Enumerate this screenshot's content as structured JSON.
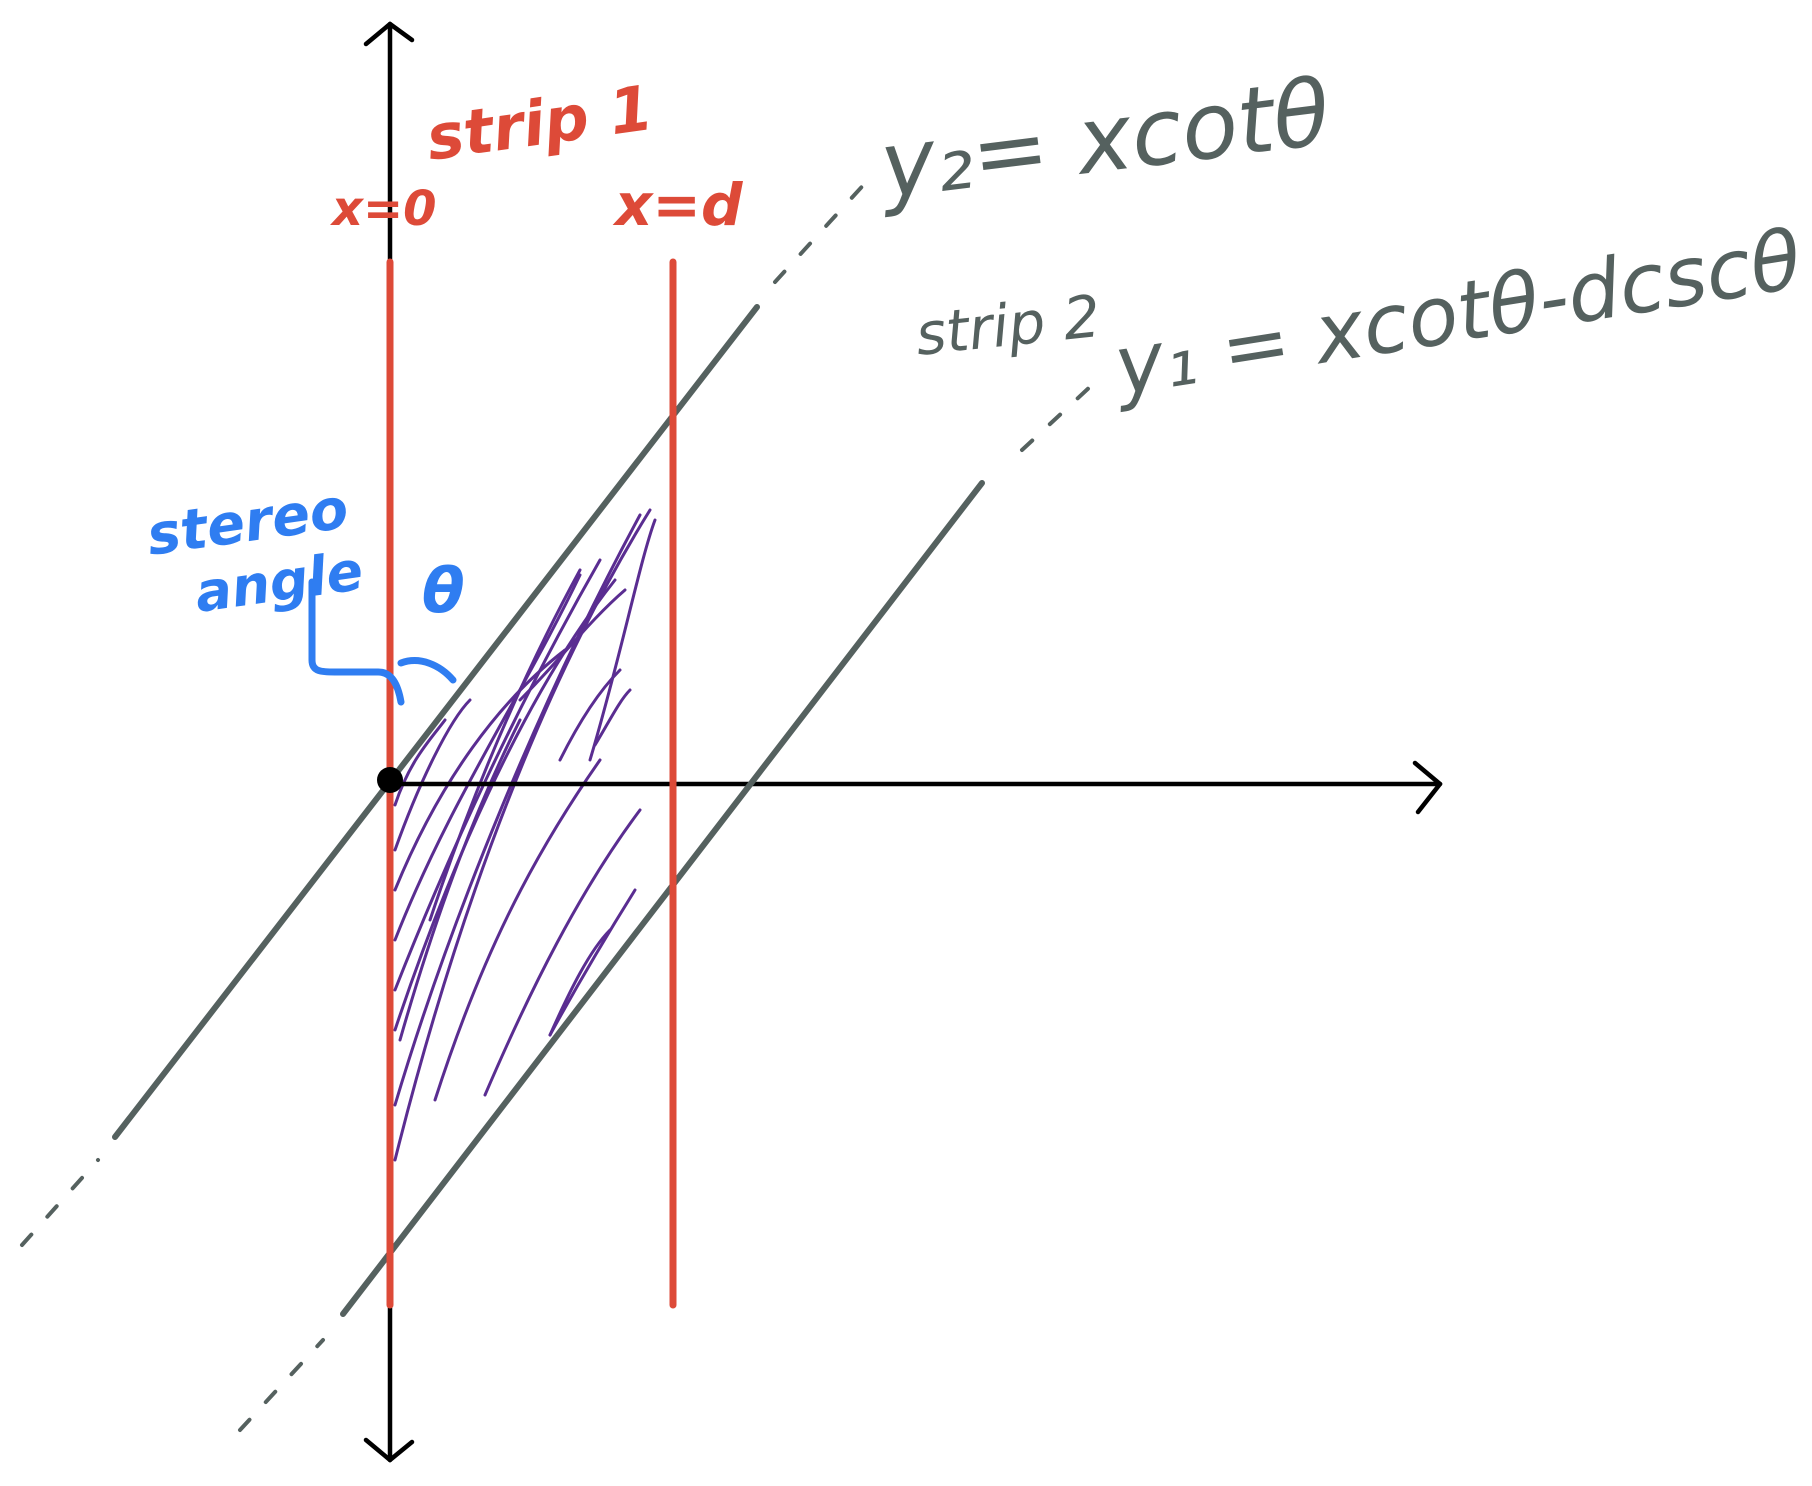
{
  "labels": {
    "strip1": "strip 1",
    "x_zero": "x=0",
    "x_d": "x=d",
    "y2_eq": "y₂= xcotθ",
    "y1_eq": "y₁ = xcotθ-dcscθ",
    "strip2": "strip 2",
    "stereo": "stereo",
    "angle": "angle",
    "theta": "θ"
  },
  "colors": {
    "axis": "#000000",
    "strip_boundary": "#dd4a38",
    "line": "#55615f",
    "annotation": "#2f7df1",
    "hatch": "#5a2d91"
  }
}
